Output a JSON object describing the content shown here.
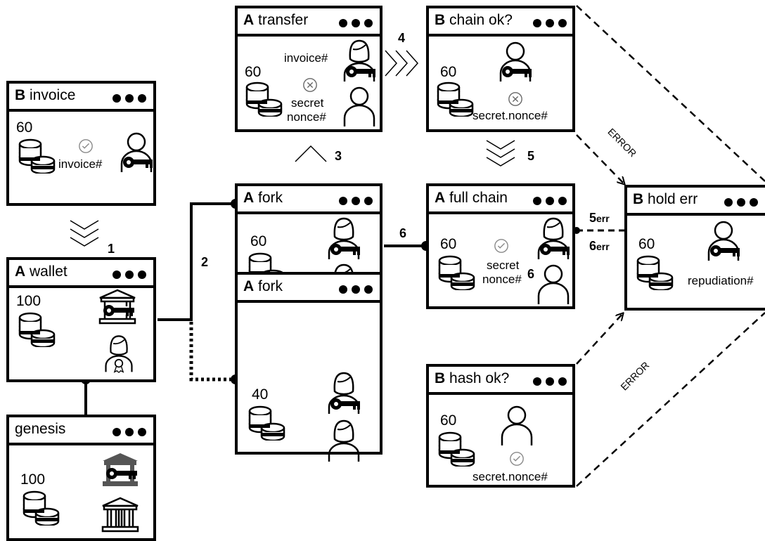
{
  "boxes": {
    "b_invoice": {
      "prefix": "B",
      "title": "invoice",
      "amount": "60",
      "label": "invoice#"
    },
    "a_wallet": {
      "prefix": "A",
      "title": "wallet",
      "amount": "100"
    },
    "genesis": {
      "prefix": "",
      "title": "genesis",
      "amount": "100"
    },
    "a_transfer": {
      "prefix": "A",
      "title": "transfer",
      "amount": "60",
      "label1": "invoice#",
      "label2": "secret",
      "label3": "nonce#"
    },
    "a_fork1": {
      "prefix": "A",
      "title": "fork",
      "amount": "60"
    },
    "a_fork2": {
      "prefix": "A",
      "title": "fork",
      "amount": "40"
    },
    "b_chain_ok": {
      "prefix": "B",
      "title": "chain ok?",
      "amount": "60",
      "label": "secret.nonce#"
    },
    "a_full_chain": {
      "prefix": "A",
      "title": "full chain",
      "amount": "60",
      "label1": "secret",
      "label2": "nonce#"
    },
    "b_hash_ok": {
      "prefix": "B",
      "title": "hash ok?",
      "amount": "60",
      "label": "secret.nonce#"
    },
    "b_hold_err": {
      "prefix": "B",
      "title": "hold err",
      "amount": "60",
      "label": "repudiation#"
    }
  },
  "steps": {
    "s1": "1",
    "s2": "2",
    "s3": "3",
    "s4": "4",
    "s5": "5",
    "s6a": "6",
    "s6b": "6",
    "s5err": "5",
    "s5err_sub": "err",
    "s6err": "6",
    "s6err_sub": "err"
  },
  "errors": {
    "e1": "ERROR",
    "e2": "ERROR"
  },
  "icons": {
    "coins": "coin-stack-icon",
    "person": "person-icon",
    "person_key": "person-key-icon",
    "woman": "woman-icon",
    "woman_key": "woman-key-icon",
    "bank": "bank-icon",
    "bank_key": "bank-key-icon",
    "check": "check-icon",
    "cross": "cross-icon",
    "award": "woman-award-icon"
  },
  "colors": {
    "stroke": "#000000",
    "background": "#ffffff",
    "bank_gray": "#555555"
  }
}
